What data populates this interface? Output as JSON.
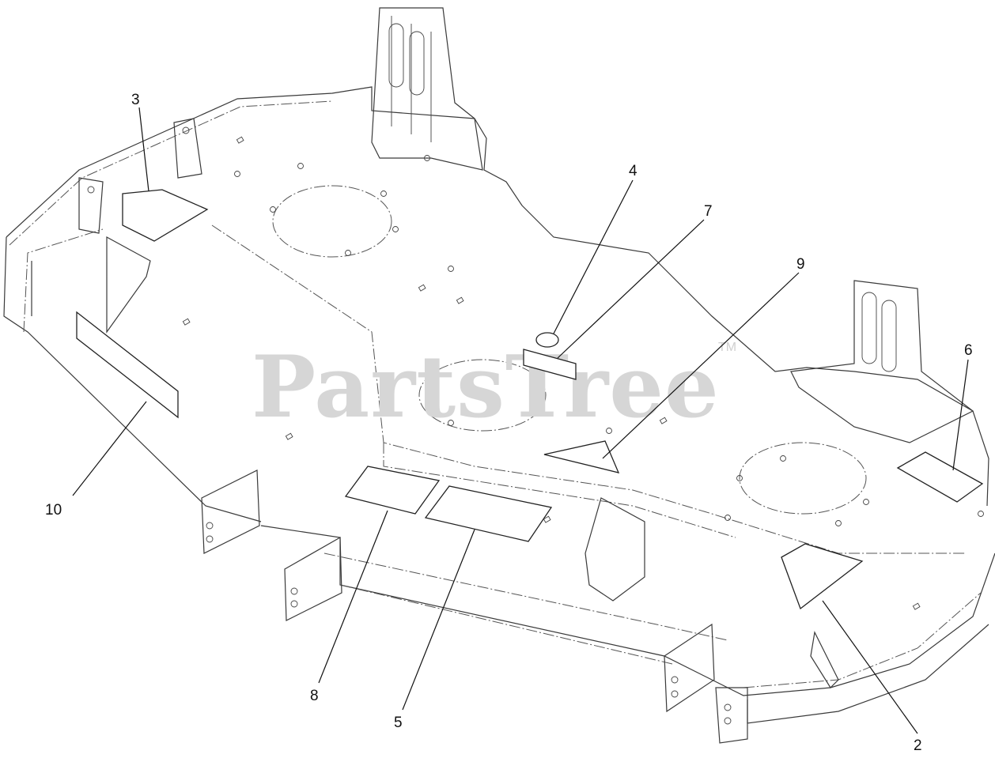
{
  "watermark": {
    "text": "PartsTree",
    "trademark": "TM"
  },
  "callouts": [
    {
      "id": "callout-3",
      "label": "3"
    },
    {
      "id": "callout-4",
      "label": "4"
    },
    {
      "id": "callout-7",
      "label": "7"
    },
    {
      "id": "callout-9",
      "label": "9"
    },
    {
      "id": "callout-6",
      "label": "6"
    },
    {
      "id": "callout-10",
      "label": "10"
    },
    {
      "id": "callout-8",
      "label": "8"
    },
    {
      "id": "callout-5",
      "label": "5"
    },
    {
      "id": "callout-2",
      "label": "2"
    }
  ]
}
